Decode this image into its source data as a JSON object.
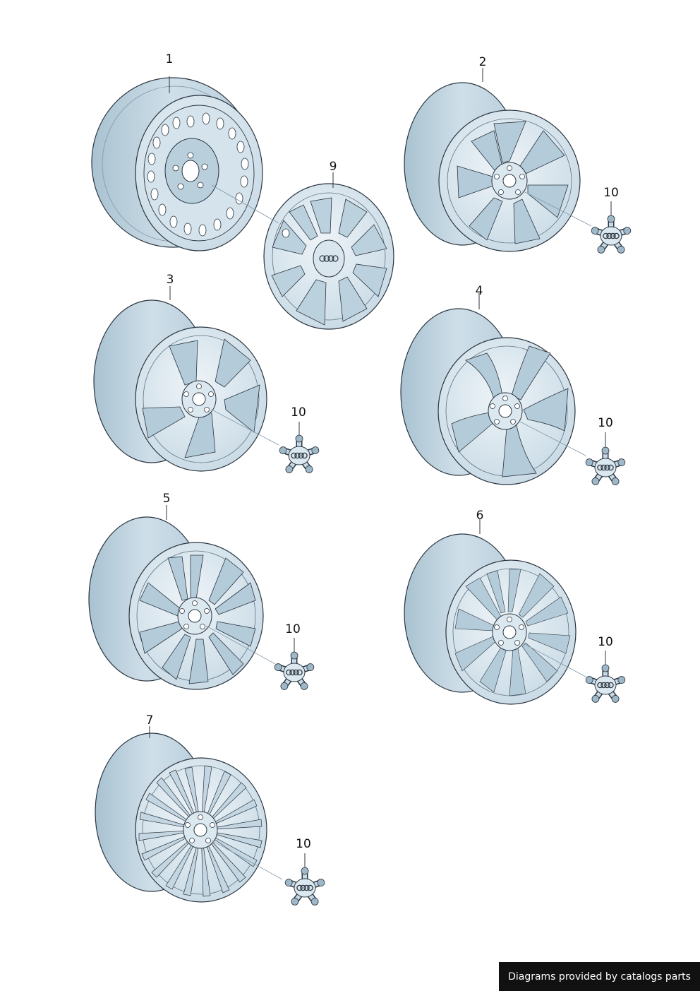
{
  "callouts": {
    "c1": "1",
    "c2": "2",
    "c3": "3",
    "c4": "4",
    "c5": "5",
    "c6": "6",
    "c7": "7",
    "c9": "9",
    "c10a": "10",
    "c10b": "10",
    "c10c": "10",
    "c10d": "10",
    "c10e": "10",
    "c10f": "10"
  },
  "footer": {
    "text": "Diagrams provided by catalogs parts"
  },
  "colors": {
    "rim": "#c9dbe6",
    "rim_dark": "#a9c2d1",
    "face": "#dfeaf1",
    "pocket": "#b4cbd9",
    "line": "#2a3540",
    "footer_bg": "#111111"
  },
  "icons": {
    "emblem": "four-rings-emblem"
  }
}
